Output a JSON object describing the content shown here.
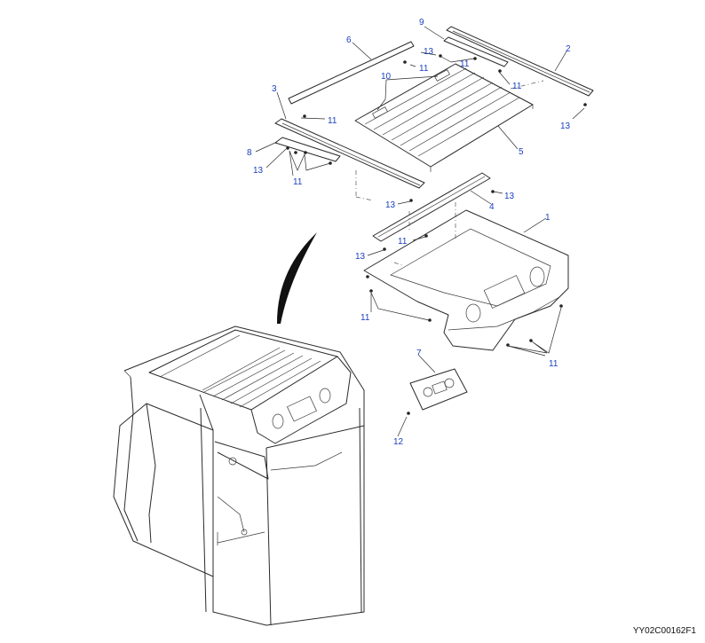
{
  "drawing_code": "YY02C00162F1",
  "callouts": {
    "c1": "1",
    "c2": "2",
    "c3": "3",
    "c4": "4",
    "c5": "5",
    "c6": "6",
    "c7": "7",
    "c8": "8",
    "c9": "9",
    "c10": "10",
    "c11": "11",
    "c12": "12",
    "c13": "13"
  }
}
